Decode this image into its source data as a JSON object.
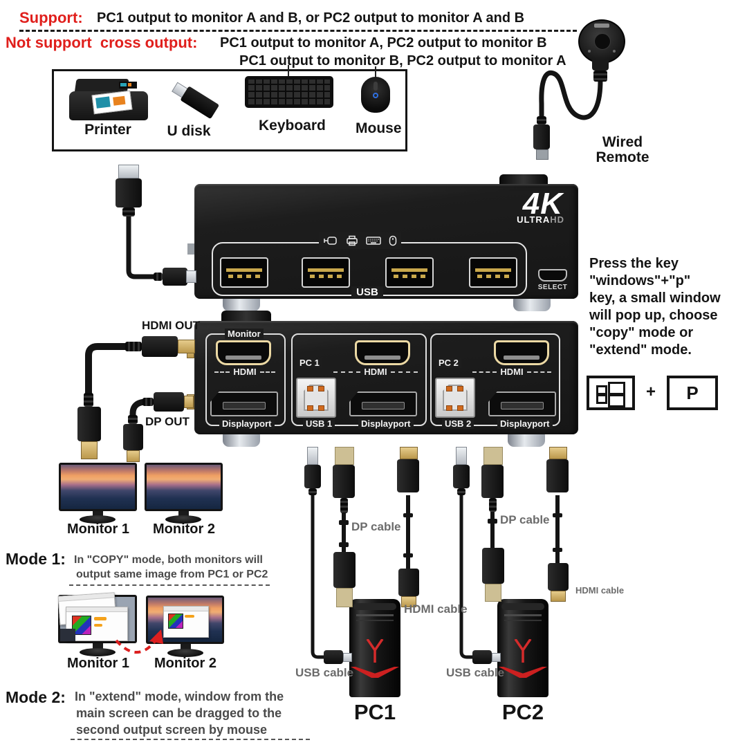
{
  "colors": {
    "accent_red": "#e01f1c",
    "device_black": "#1d1d1d",
    "gold": "#d9b15f",
    "port_cream": "#ecd9a4",
    "label_gray": "#6b6b6b"
  },
  "header": {
    "support_label": "Support:",
    "support_text": "PC1 output to monitor A and B, or PC2 output to monitor A and B",
    "not_support_label": "Not support  cross output:",
    "not_support_text": "PC1 output to monitor A, PC2 output to monitor B",
    "not_support_text2": "PC1 output to monitor B, PC2 output to monitor A"
  },
  "peripherals": {
    "printer_label": "Printer",
    "udisk_label": "U disk",
    "keyboard_label": "Keyboard",
    "mouse_label": "Mouse"
  },
  "remote": {
    "line1": "Wired",
    "line2": "Remote"
  },
  "front_device": {
    "logo_4k": "4K",
    "logo_ultra": "ULTRA",
    "logo_hd": "HD",
    "usb_band_label": "USB",
    "select_label": "SELECT"
  },
  "rear_device": {
    "monitor": {
      "title": "Monitor",
      "hdmi": "HDMI",
      "dp": "Displayport"
    },
    "pc1": {
      "title": "PC 1",
      "hdmi": "HDMI",
      "usb": "USB 1",
      "dp": "Displayport"
    },
    "pc2": {
      "title": "PC 2",
      "hdmi": "HDMI",
      "usb": "USB 2",
      "dp": "Displayport"
    }
  },
  "outputs": {
    "hdmi_out": "HDMI OUT",
    "dp_out": "DP OUT"
  },
  "copy_monitors": {
    "m1": "Monitor 1",
    "m2": "Monitor 2"
  },
  "extend_monitors": {
    "m1": "Monitor 1",
    "m2": "Monitor 2"
  },
  "mode1": {
    "label": "Mode 1:",
    "line1": "In \"COPY\" mode, both monitors will",
    "line2": "output same image from PC1 or PC2"
  },
  "mode2": {
    "label": "Mode 2:",
    "line1": "In \"extend\" mode, window from the",
    "line2": "main screen can be dragged to the",
    "line3": "second output screen by mouse"
  },
  "instruction": {
    "lines": [
      "Press the key",
      "\"windows\"+\"p\"",
      "key, a small window",
      "will pop up, choose",
      "\"copy\" mode or",
      "\"extend\" mode."
    ],
    "plus": "+",
    "p_key": "P"
  },
  "cables": {
    "pc1_dp": "DP cable",
    "pc1_hdmi": "HDMI cable",
    "pc1_usb": "USB cable",
    "pc2_dp": "DP cable",
    "pc2_hdmi": "HDMI cable",
    "pc2_usb": "USB cable"
  },
  "pcs": {
    "pc1": "PC1",
    "pc2": "PC2"
  }
}
